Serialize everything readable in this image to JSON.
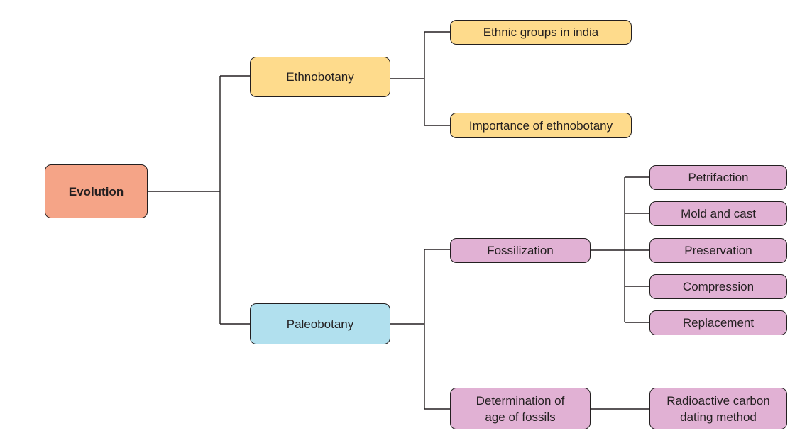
{
  "diagram": {
    "root": "Evolution",
    "branches": {
      "ethnobotany": {
        "label": "Ethnobotany",
        "children": [
          "Ethnic groups in india",
          "Importance of ethnobotany"
        ]
      },
      "paleobotany": {
        "label": "Paleobotany",
        "fossilization": {
          "label": "Fossilization",
          "children": [
            "Petrifaction",
            "Mold and cast",
            "Preservation",
            "Compression",
            "Replacement"
          ]
        },
        "age": {
          "label": "Determination of\nage of fossils",
          "children": [
            "Radioactive carbon\ndating method"
          ]
        }
      }
    },
    "colors": {
      "root": "#f5a487",
      "ethnobotany": "#fedb8c",
      "paleobotany": "#b1e0ee",
      "subtopics": "#e1b1d4",
      "lines": "#231f20"
    }
  }
}
